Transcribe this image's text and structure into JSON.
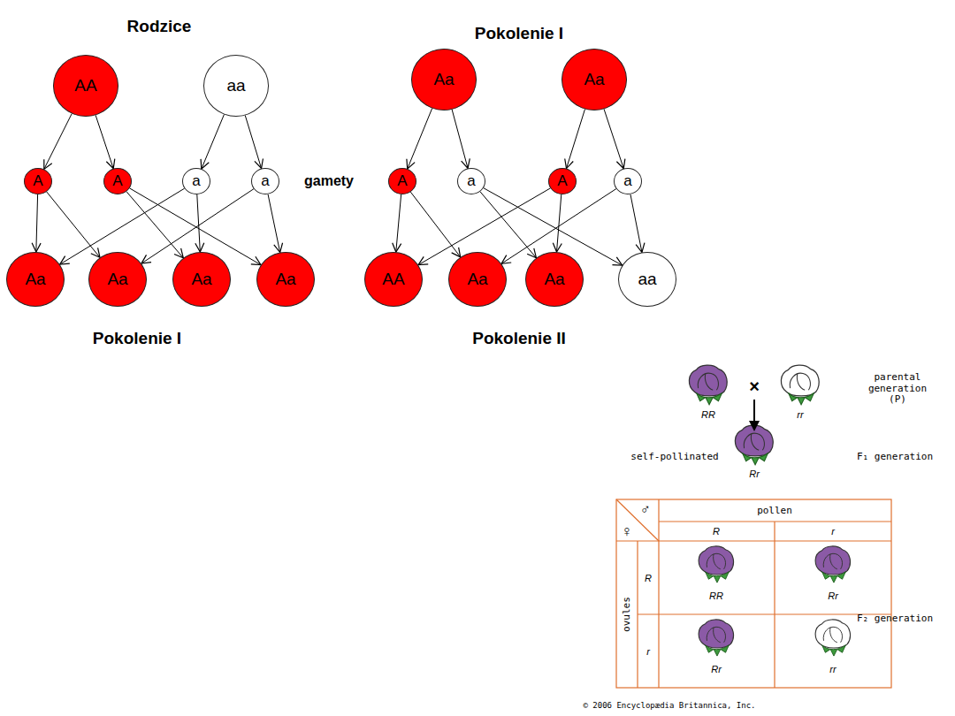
{
  "diagram": {
    "nodes": [
      {
        "text": [
          "AA"
        ]
      },
      {
        "text": [
          "aa"
        ]
      },
      {
        "text": [
          "A"
        ]
      },
      {
        "text": [
          "A"
        ]
      },
      {
        "text": [
          "a"
        ]
      },
      {
        "text": [
          "a"
        ]
      },
      {
        "text": [
          "Aa"
        ]
      },
      {
        "text": [
          "Aa"
        ]
      },
      {
        "text": [
          "Aa"
        ]
      },
      {
        "text": [
          "Aa"
        ]
      },
      {
        "text": [
          "Aa"
        ]
      },
      {
        "text": [
          "Aa"
        ]
      },
      {
        "text": [
          "A"
        ]
      },
      {
        "text": [
          "a"
        ]
      },
      {
        "text": [
          "A"
        ]
      },
      {
        "text": [
          "a"
        ]
      },
      {
        "text": [
          "AA"
        ]
      },
      {
        "text": [
          "Aa"
        ]
      },
      {
        "text": [
          "Aa"
        ]
      },
      {
        "text": [
          "aa"
        ]
      }
    ],
    "edges": [
      {
        "from": 0,
        "to": 2,
        "arrow": "to"
      },
      {
        "from": 0,
        "to": 3,
        "arrow": "to"
      },
      {
        "from": 1,
        "to": 4,
        "arrow": "to"
      },
      {
        "from": 1,
        "to": 5,
        "arrow": "to"
      },
      {
        "from": 2,
        "to": 6,
        "arrow": "to"
      },
      {
        "from": 2,
        "to": 7,
        "arrow": "to"
      },
      {
        "from": 3,
        "to": 8,
        "arrow": "to"
      },
      {
        "from": 3,
        "to": 9,
        "arrow": "to"
      },
      {
        "from": 4,
        "to": 6,
        "arrow": "to"
      },
      {
        "from": 4,
        "to": 8,
        "arrow": "to"
      },
      {
        "from": 5,
        "to": 7,
        "arrow": "to"
      },
      {
        "from": 5,
        "to": 9,
        "arrow": "to"
      },
      {
        "from": 10,
        "to": 12,
        "arrow": "to"
      },
      {
        "from": 10,
        "to": 13,
        "arrow": "to"
      },
      {
        "from": 11,
        "to": 14,
        "arrow": "to"
      },
      {
        "from": 11,
        "to": 15,
        "arrow": "to"
      },
      {
        "from": 12,
        "to": 16,
        "arrow": "to"
      },
      {
        "from": 12,
        "to": 17,
        "arrow": "to"
      },
      {
        "from": 13,
        "to": 18,
        "arrow": "to"
      },
      {
        "from": 13,
        "to": 19,
        "arrow": "to"
      },
      {
        "from": 14,
        "to": 16,
        "arrow": "to"
      },
      {
        "from": 14,
        "to": 18,
        "arrow": "to"
      },
      {
        "from": 15,
        "to": 17,
        "arrow": "to"
      },
      {
        "from": 15,
        "to": 19,
        "arrow": "to"
      }
    ],
    "labels": [
      "Rodzice",
      "gamety",
      "Pokolenie I",
      "Pokolenie I",
      "Pokolenie II",
      "×",
      "RR",
      "rr",
      "parental generation (P)",
      "self-pollinated",
      "Rr",
      "F₁ generation",
      "♀",
      "♂",
      "pollen",
      "R",
      "r",
      "ovules",
      "R",
      "r",
      "RR",
      "Rr",
      "Rr",
      "rr",
      "F₂ generation",
      "© 2006 Encyclopædia Britannica, Inc."
    ]
  }
}
